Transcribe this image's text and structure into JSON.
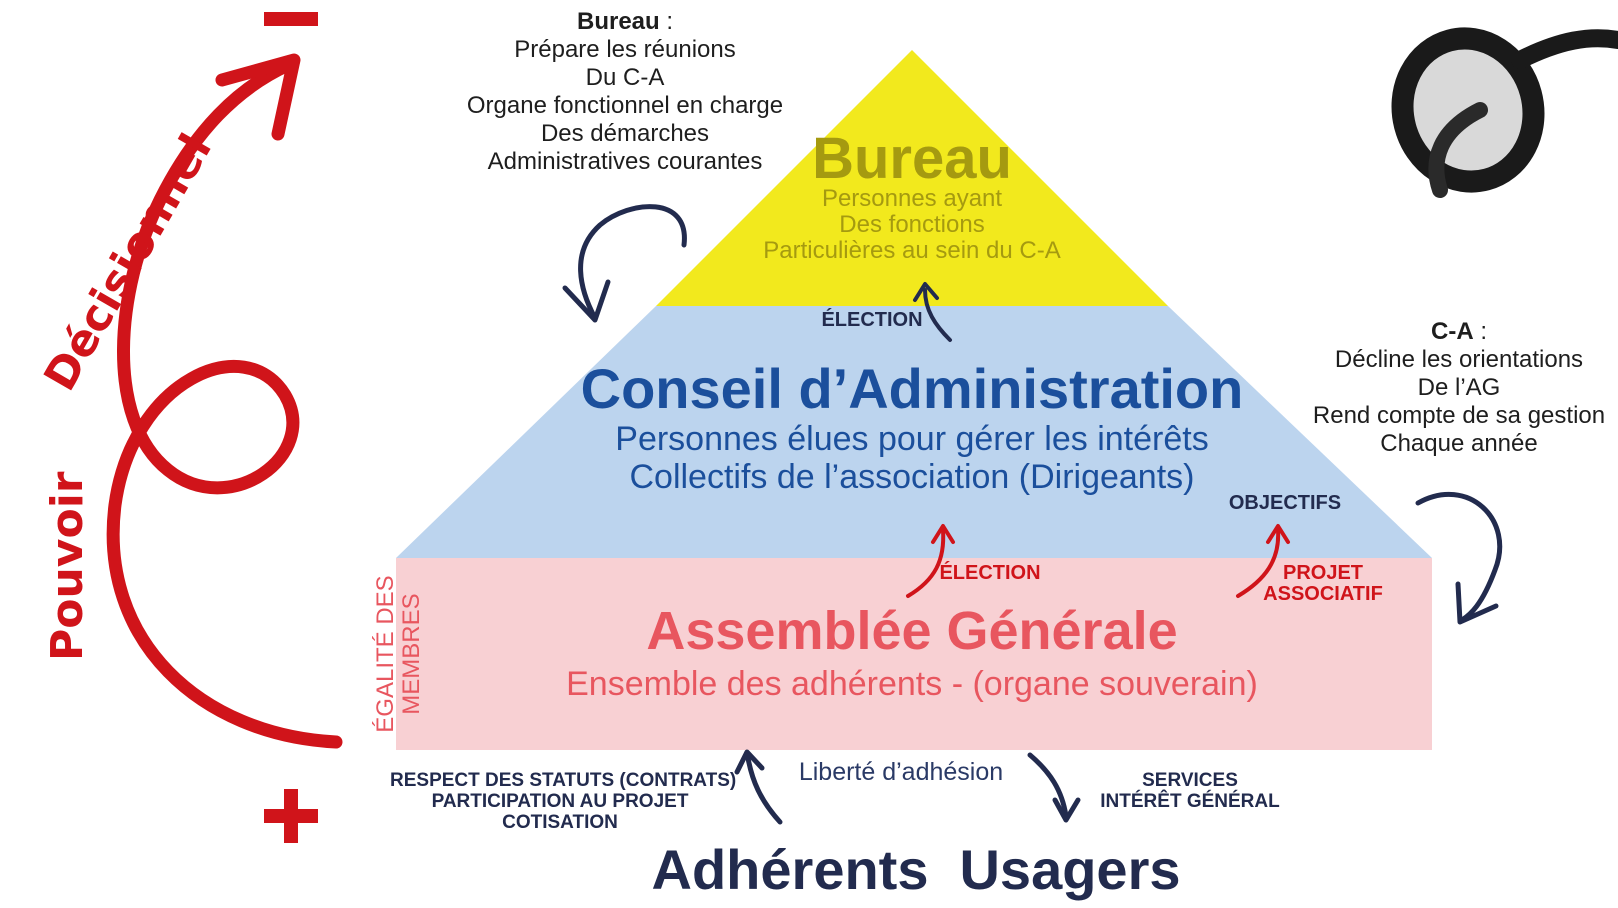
{
  "colors": {
    "bureau_fill": "#f2e91d",
    "ca_fill": "#bcd4ee",
    "ag_fill": "#f8d0d3",
    "bureau_text": "#a59a10",
    "ca_text": "#1b4f9c",
    "ag_text": "#e8565f",
    "navy": "#222b4e",
    "red": "#d0141a"
  },
  "power": {
    "word1": "Pouvoir",
    "word2": "Décisionnel",
    "minus": "–",
    "plus": "+"
  },
  "notes": {
    "bureau": {
      "label": "Bureau",
      "colon": " :",
      "lines": [
        "Prépare les réunions",
        "Du C-A",
        "Organe fonctionnel en charge",
        "Des démarches",
        "Administratives courantes"
      ]
    },
    "ca": {
      "label": "C-A",
      "colon": " :",
      "lines": [
        "Décline les orientations",
        "De l’AG",
        "Rend compte de sa gestion",
        "Chaque année"
      ]
    }
  },
  "pyramid": {
    "bureau": {
      "title": "Bureau",
      "lines": [
        "Personnes ayant",
        "Des fonctions",
        "Particulières au sein du C-A"
      ]
    },
    "ca": {
      "title": "Conseil d’Administration",
      "lines": [
        "Personnes élues pour gérer les intérêts",
        "Collectifs de l’association (Dirigeants)"
      ]
    },
    "ag": {
      "title": "Assemblée Générale",
      "subtitle": "Ensemble des adhérents - (organe souverain)",
      "side_line1": "ÉGALITÉ DES",
      "side_line2": "MEMBRES"
    }
  },
  "labels": {
    "election_top": "ÉLECTION",
    "objectifs": "OBJECTIFS",
    "election_bottom": "ÉLECTION",
    "projet_line1": "PROJET",
    "projet_line2": "ASSOCIATIF",
    "liberte": "Liberté d’adhésion",
    "left_bottom": [
      "RESPECT DES STATUTS (CONTRATS)",
      "PARTICIPATION AU PROJET",
      "COTISATION"
    ],
    "right_bottom": [
      "SERVICES",
      "INTÉRÊT GÉNÉRAL"
    ]
  },
  "bottom": {
    "adherents": "Adhérents",
    "usagers": "Usagers"
  },
  "icons": {
    "glasses": "glasses-icon"
  }
}
